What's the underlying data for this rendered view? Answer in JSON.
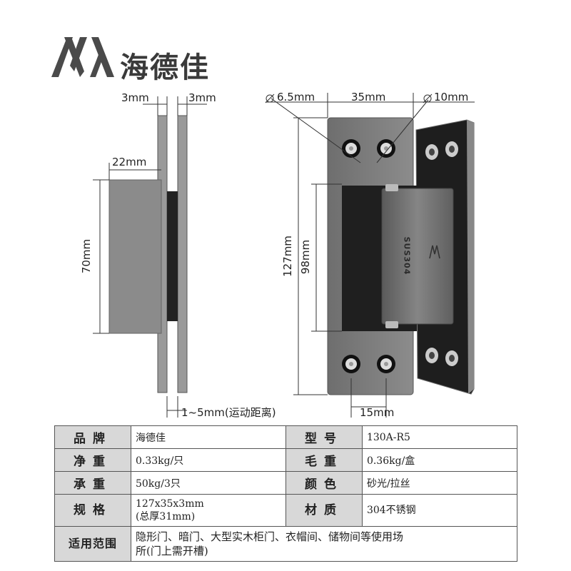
{
  "brand": {
    "logo_name": "海德佳"
  },
  "dimensions": {
    "leaf_thickness_left": "3mm",
    "leaf_thickness_right": "3mm",
    "body_depth": "22mm",
    "body_height": "70mm",
    "gap_range": "1~5mm(运动距离)",
    "hole_small": "6.5mm",
    "hole_spacing": "35mm",
    "hole_large": "10mm",
    "total_height": "127mm",
    "inner_height": "98mm",
    "bottom_width": "15mm"
  },
  "product_mark": "SUS304",
  "specs": {
    "rows": [
      {
        "label1": "品牌",
        "value1": "海德佳",
        "label2": "型号",
        "value2": "130A-R5"
      },
      {
        "label1": "净重",
        "value1": "0.33kg/只",
        "label2": "毛重",
        "value2": "0.36kg/盒"
      },
      {
        "label1": "承重",
        "value1": "50kg/3只",
        "label2": "颜色",
        "value2": "砂光/拉丝"
      },
      {
        "label1": "规格",
        "value1_line1": "127x35x3mm",
        "value1_line2": "(总厚31mm)",
        "label2": "材质",
        "value2": "304不锈钢"
      }
    ],
    "usage_label": "适用范围",
    "usage_line1": "隐形门、暗门、大型实木柜门、衣帽间、储物间等使用场",
    "usage_line2": "所(门上需开槽)"
  }
}
